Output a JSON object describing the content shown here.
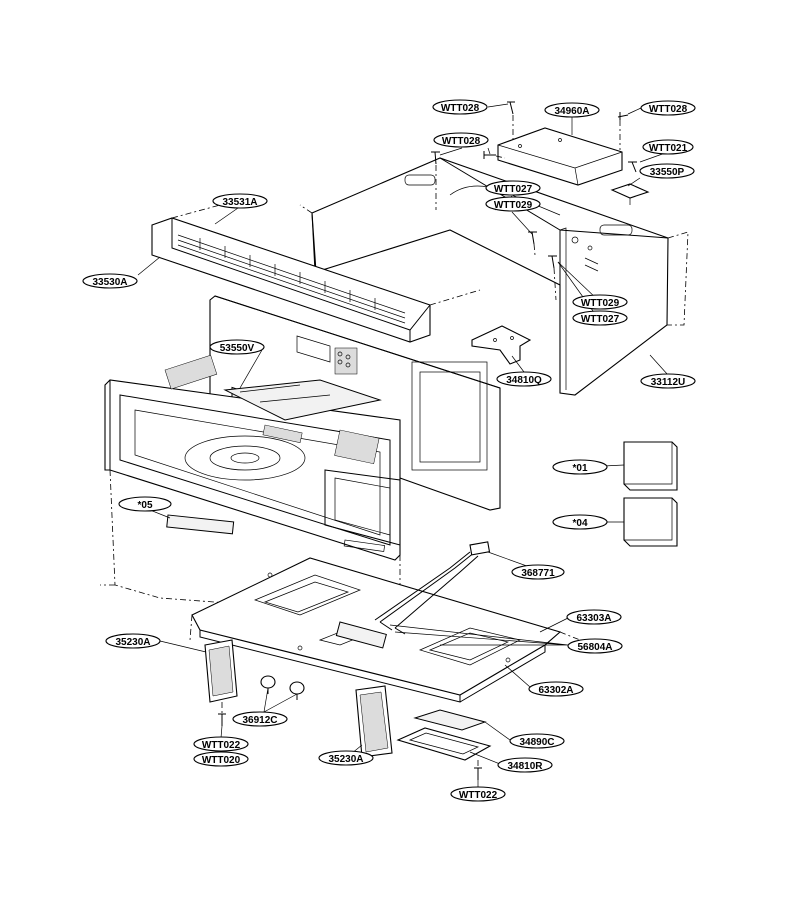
{
  "labels": {
    "wtt028_a": "WTT028",
    "p34960a": "34960A",
    "wtt028_b": "WTT028",
    "wtt028_c": "WTT028",
    "wtt021": "WTT021",
    "p33550p": "33550P",
    "wtt027_a": "WTT027",
    "wtt029_a": "WTT029",
    "p33531a": "33531A",
    "p33530a": "33530A",
    "wtt029_b": "WTT029",
    "wtt027_b": "WTT027",
    "p53550v": "53550V",
    "p34810q": "34810Q",
    "p33112u": "33112U",
    "s01": "*01",
    "s04": "*04",
    "s05": "*05",
    "p368771": "368771",
    "p63303a": "63303A",
    "p35230a_a": "35230A",
    "p56804a": "56804A",
    "p63302a": "63302A",
    "p36912c": "36912C",
    "p34890c": "34890C",
    "wtt022_a": "WTT022",
    "wtt020": "WTT020",
    "p35230a_b": "35230A",
    "p34810r": "34810R",
    "wtt022_b": "WTT022"
  }
}
